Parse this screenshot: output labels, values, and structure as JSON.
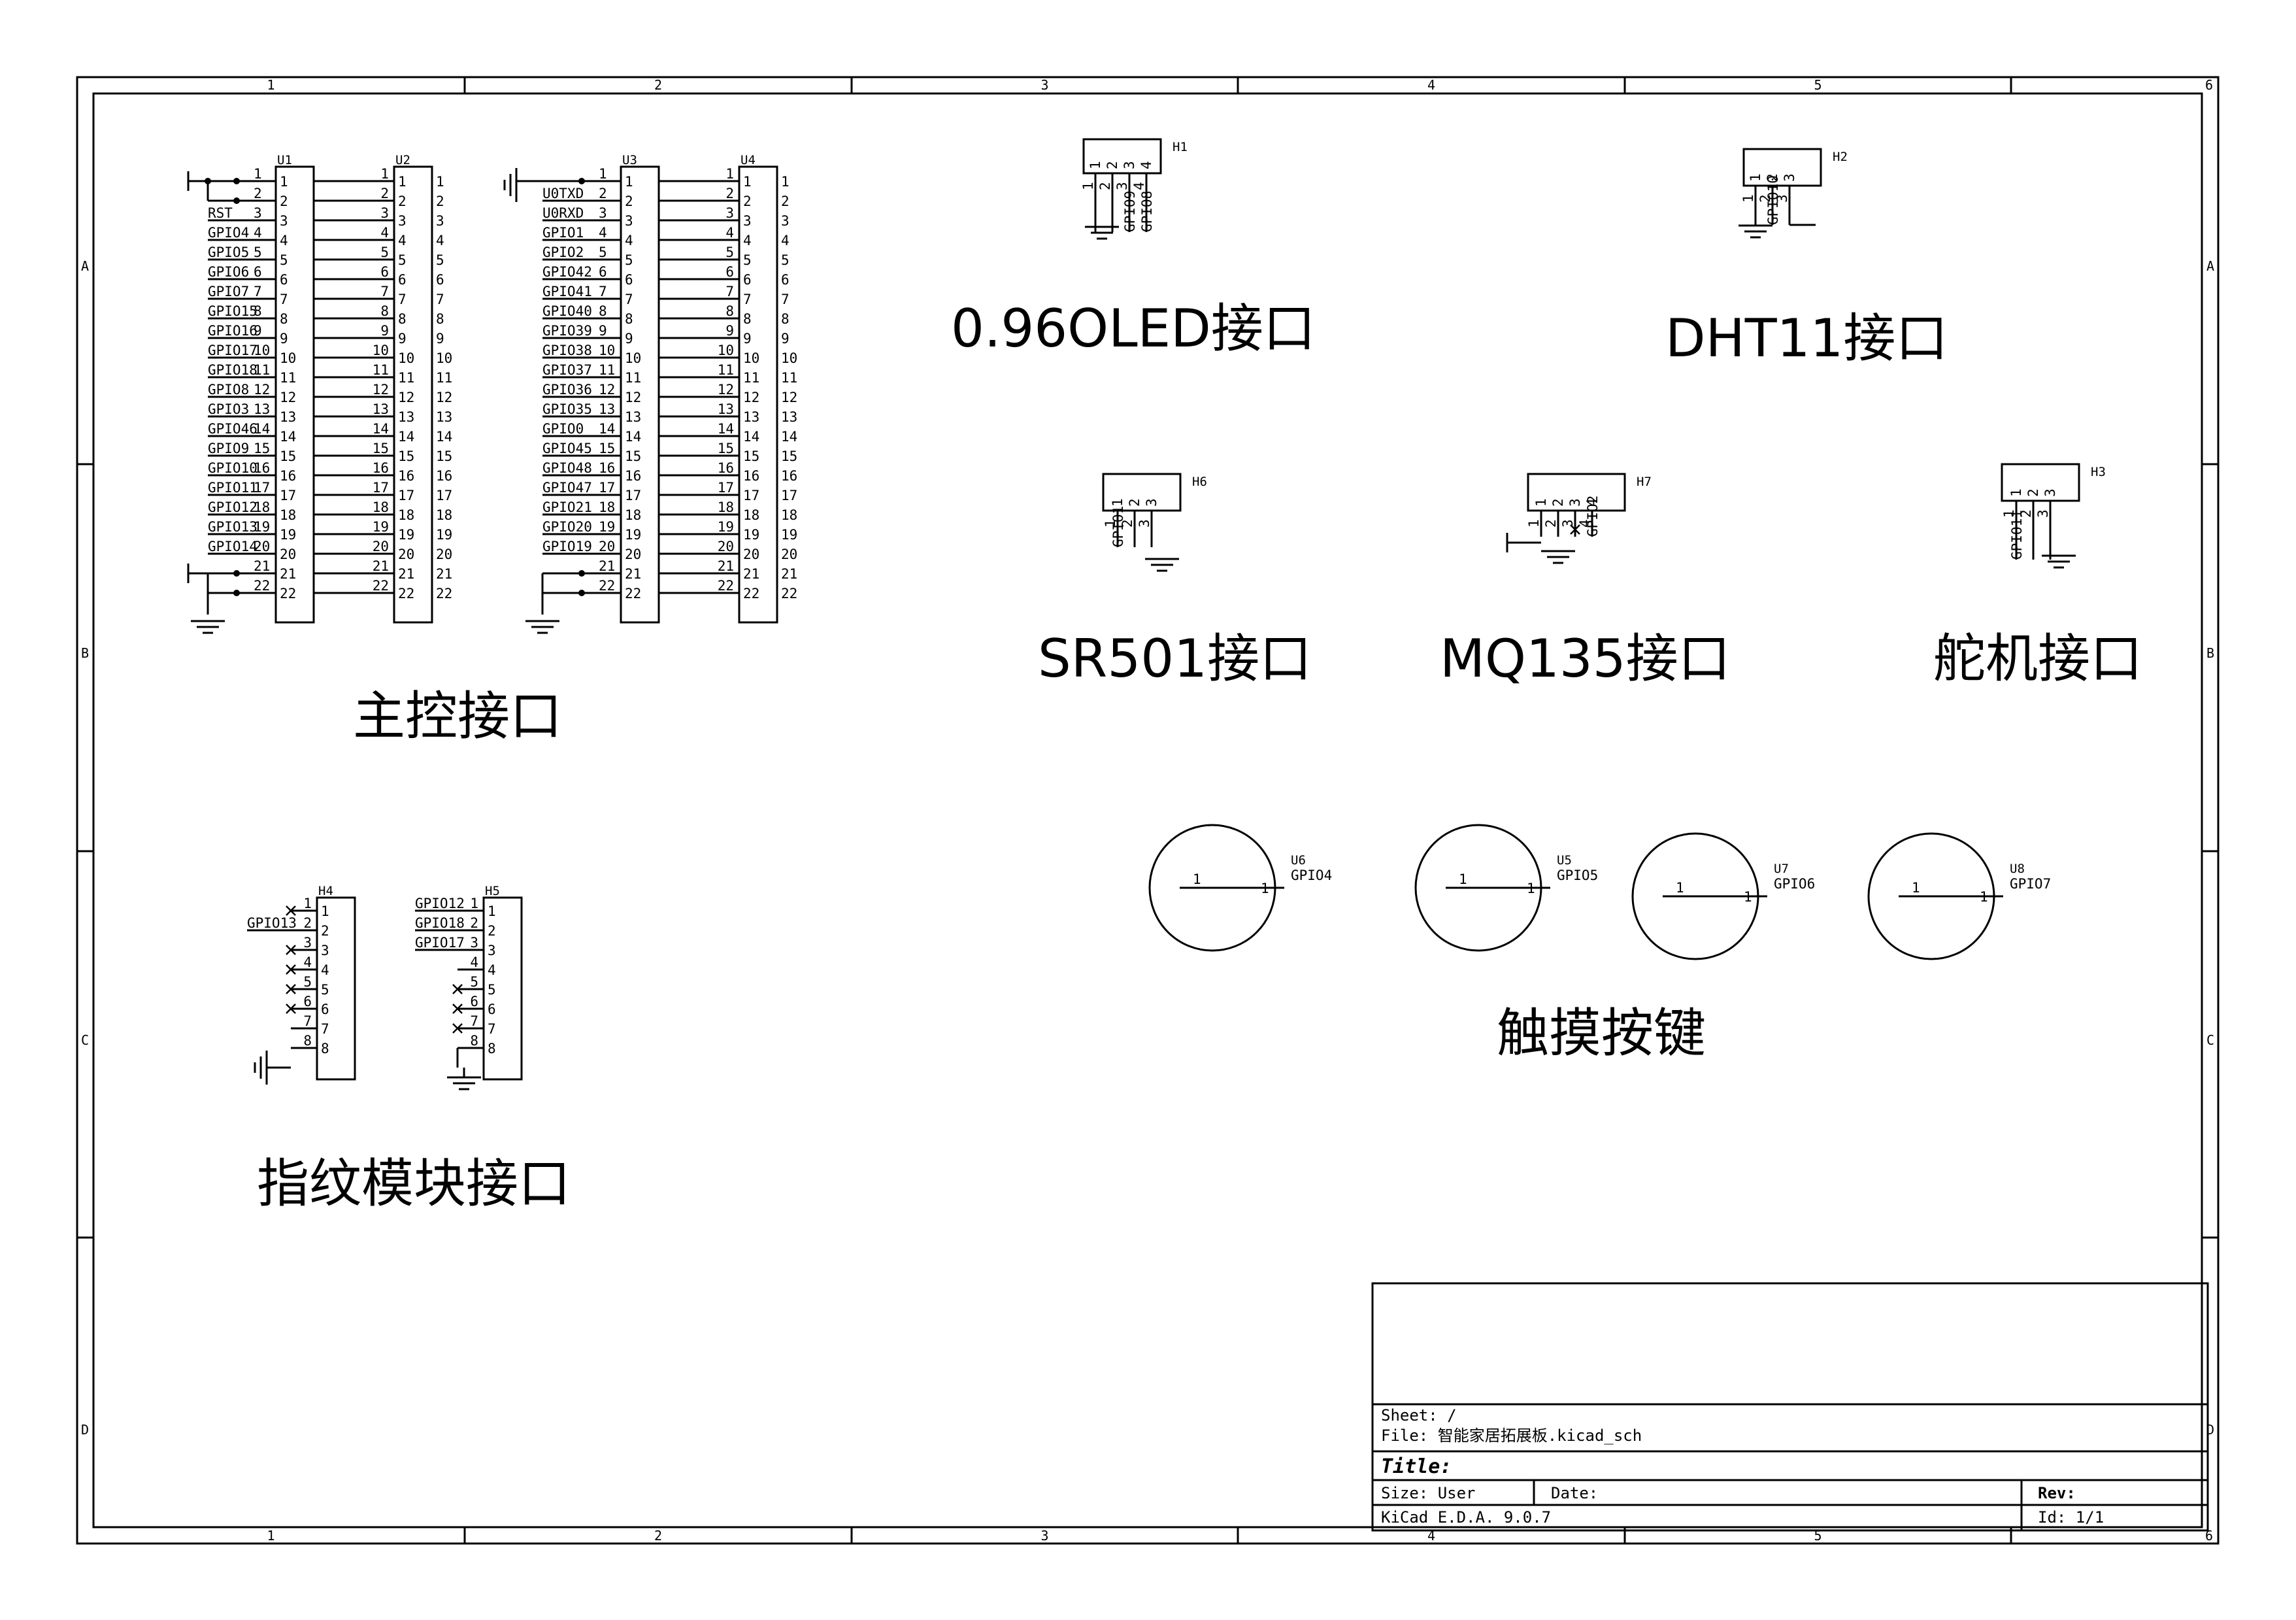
{
  "frame": {
    "col_labels": [
      "1",
      "2",
      "3",
      "4",
      "5",
      "6"
    ],
    "row_labels": [
      "A",
      "B",
      "C",
      "D"
    ]
  },
  "section_labels": {
    "main": "主控接口",
    "oled": "0.96OLED接口",
    "dht": "DHT11接口",
    "sr501": "SR501接口",
    "mq135": "MQ135接口",
    "servo": "舵机接口",
    "touch": "触摸按键",
    "finger": "指纹模块接口"
  },
  "headers": {
    "u1": {
      "ref": "U1",
      "nets": [
        "",
        "",
        "RST",
        "GPIO4",
        "GPIO5",
        "GPIO6",
        "GPIO7",
        "GPIO15",
        "GPIO16",
        "GPIO17",
        "GPIO18",
        "GPIO8",
        "GPIO3",
        "GPIO46",
        "GPIO9",
        "GPIO10",
        "GPIO11",
        "GPIO12",
        "GPIO13",
        "GPIO14",
        "",
        ""
      ]
    },
    "u2": {
      "ref": "U2"
    },
    "u3": {
      "ref": "U3",
      "nets": [
        "",
        "U0TXD",
        "U0RXD",
        "GPIO1",
        "GPIO2",
        "GPIO42",
        "GPIO41",
        "GPIO40",
        "GPIO39",
        "GPIO38",
        "GPIO37",
        "GPIO36",
        "GPIO35",
        "GPIO0",
        "GPIO45",
        "GPIO48",
        "GPIO47",
        "GPIO21",
        "GPIO20",
        "GPIO19",
        "",
        ""
      ]
    },
    "u4": {
      "ref": "U4"
    }
  },
  "connectors": {
    "h1": {
      "ref": "H1",
      "pins": [
        "1",
        "2",
        "3",
        "4"
      ],
      "nets": [
        "",
        "",
        "GPIO9",
        "GPIO8"
      ]
    },
    "h2": {
      "ref": "H2",
      "pins": [
        "1",
        "2",
        "3"
      ],
      "nets": [
        "",
        "GPIO10",
        ""
      ]
    },
    "h6": {
      "ref": "H6",
      "pins": [
        "1",
        "2",
        "3"
      ],
      "nets": [
        "GPIO1",
        "",
        ""
      ]
    },
    "h7": {
      "ref": "H7",
      "pins": [
        "1",
        "2",
        "3",
        "4"
      ],
      "nets": [
        "",
        "",
        "",
        "GPIO2"
      ]
    },
    "h3": {
      "ref": "H3",
      "pins": [
        "1",
        "2",
        "3"
      ],
      "nets": [
        "GPIO11",
        "",
        ""
      ]
    },
    "h4": {
      "ref": "H4",
      "nets": [
        "",
        "GPIO13",
        "",
        "",
        "",
        "",
        "",
        ""
      ]
    },
    "h5": {
      "ref": "H5",
      "nets": [
        "GPIO12",
        "GPIO18",
        "GPIO17",
        "",
        "",
        "",
        "",
        ""
      ]
    }
  },
  "touch_pads": [
    {
      "ref": "U6",
      "net": "GPIO4"
    },
    {
      "ref": "U5",
      "net": "GPIO5"
    },
    {
      "ref": "U7",
      "net": "GPIO6"
    },
    {
      "ref": "U8",
      "net": "GPIO7"
    }
  ],
  "title_block": {
    "sheet": "Sheet: /",
    "file": "File: 智能家居拓展板.kicad_sch",
    "title": "Title:",
    "size": "Size: User",
    "date": "Date:",
    "rev": "Rev:",
    "tool": "KiCad E.D.A. 9.0.7",
    "id": "Id: 1/1"
  },
  "colors": {
    "ink": "#000000",
    "paper": "#ffffff"
  }
}
